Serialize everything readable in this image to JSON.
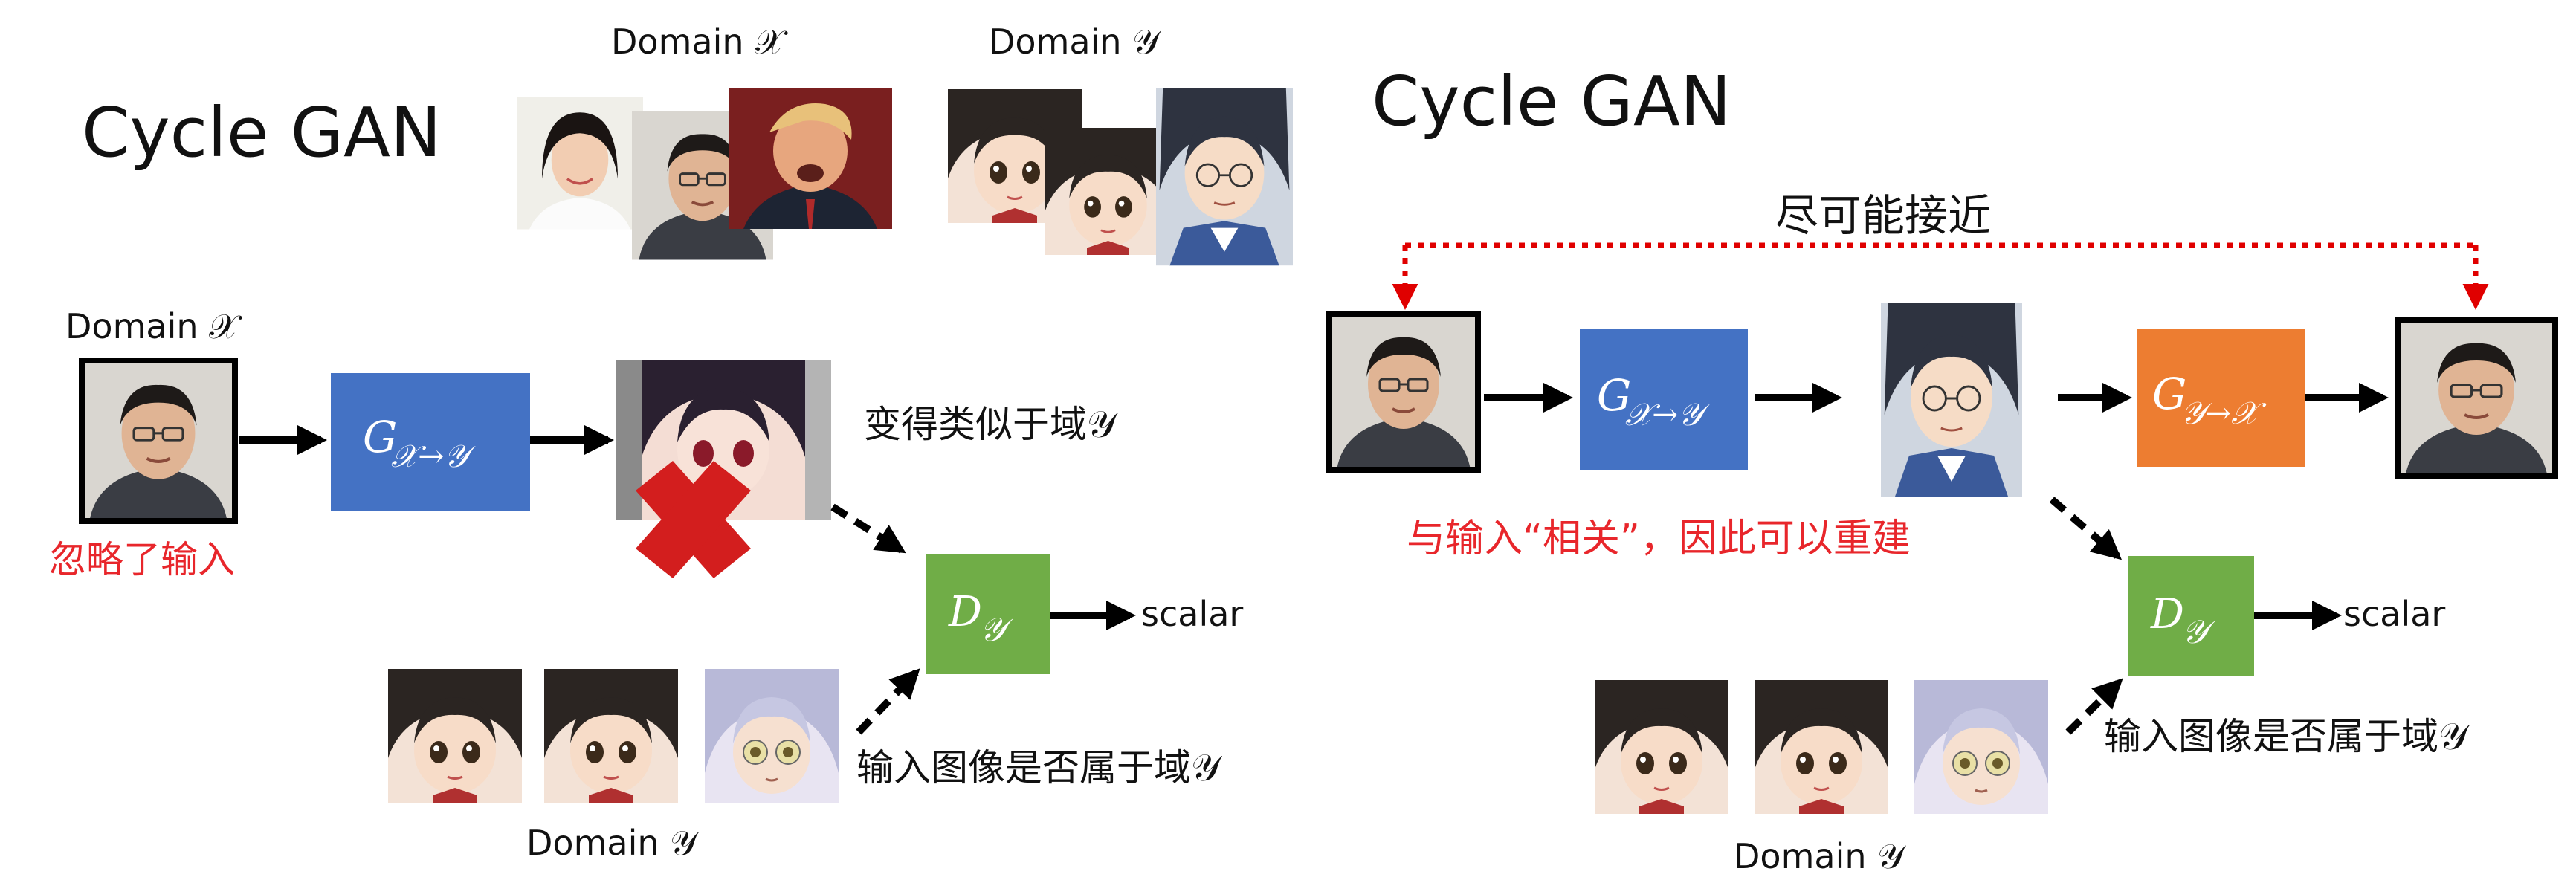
{
  "left_panel": {
    "title": "Cycle GAN",
    "domain_x_header": "Domain 𝒳",
    "domain_y_header": "Domain 𝒴",
    "input_label": "Domain 𝒳",
    "ignore_note": "忽略了输入",
    "generator": {
      "label": "G",
      "subscript": "𝒳→𝒴"
    },
    "generated_note": "变得类似于域𝒴",
    "discriminator": {
      "label": "D",
      "subscript": "𝒴"
    },
    "output_label": "scalar",
    "disc_note": "输入图像是否属于域𝒴",
    "samples_label": "Domain 𝒴"
  },
  "right_panel": {
    "title": "Cycle GAN",
    "cycle_note": "尽可能接近",
    "generator_forward": {
      "label": "G",
      "subscript": "𝒳→𝒴"
    },
    "generator_backward": {
      "label": "G",
      "subscript": "𝒴→𝒳"
    },
    "related_note": "与输入“相关”，因此可以重建",
    "discriminator": {
      "label": "D",
      "subscript": "𝒴"
    },
    "output_label": "scalar",
    "disc_note": "输入图像是否属于域𝒴",
    "samples_label": "Domain 𝒴"
  },
  "colors": {
    "generator_xy": "#4472c4",
    "generator_yx": "#ed7d31",
    "discriminator": "#70ad47",
    "note_red": "#e8262b",
    "cycle_line": "#e00000"
  }
}
